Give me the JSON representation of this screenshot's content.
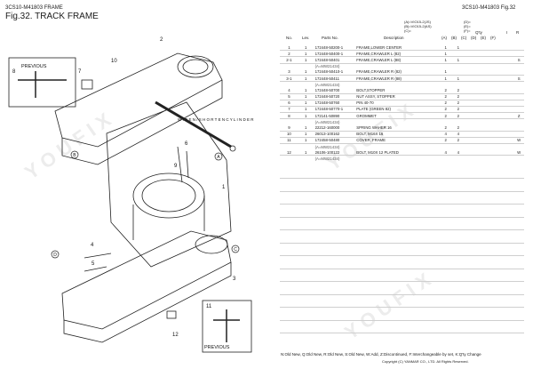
{
  "header": {
    "code": "3CS10-M41803   FRAME",
    "fig": "Fig.32.  TRACK FRAME",
    "right": "3CS10-M41803   Fig.32"
  },
  "notes": [
    "(A)=VIO15-2(JS)",
    "(B)=VIO15-2(AS)",
    "(C)="
  ],
  "notes2": [
    "(D)=",
    "(E)=",
    "(F)="
  ],
  "columns": {
    "no": "No.",
    "lev": "Lev.",
    "pn": "Parts No.",
    "desc": "Description",
    "qty": "Q'ty",
    "i": "I",
    "r": "R",
    "q_letters": [
      "(A)",
      "(B)",
      "(C)",
      "(D)",
      "(E)",
      "(F)"
    ]
  },
  "rows": [
    {
      "no": "1",
      "lev": "1",
      "pn": "172448-50200-1",
      "desc": "FRAME,LOWER CENTER",
      "a": "1",
      "b": "1",
      "i": ""
    },
    {
      "no": "2",
      "lev": "1",
      "pn": "172448-50400-1",
      "desc": "FRAME,CRAWLER L  (82)",
      "a": "1",
      "b": "",
      "i": ""
    },
    {
      "no": "2-1",
      "lev": "1",
      "pn": "172448-50401",
      "desc": "FRAME,CRAWLER L  (88)",
      "a": "1",
      "b": "1",
      "i": "S"
    },
    {
      "sub": "(A=MW21434)"
    },
    {
      "no": "3",
      "lev": "1",
      "pn": "172448-50410-1",
      "desc": "FRAME,CRAWLER R  (82)",
      "a": "1",
      "b": "",
      "i": ""
    },
    {
      "no": "3-1",
      "lev": "1",
      "pn": "172448-50411",
      "desc": "FRAME,CRAWLER R  (88)",
      "a": "1",
      "b": "1",
      "i": "S"
    },
    {
      "sub": "(A=MW21434)"
    },
    {
      "no": "4",
      "lev": "1",
      "pn": "172448-50700",
      "desc": "BOLT,STOPPER",
      "a": "2",
      "b": "2",
      "i": ""
    },
    {
      "no": "5",
      "lev": "1",
      "pn": "172448-50720",
      "desc": "NUT ASSY, STOPPER",
      "a": "2",
      "b": "2",
      "i": ""
    },
    {
      "no": "6",
      "lev": "1",
      "pn": "172448-50760",
      "desc": "PIN 40-70",
      "a": "2",
      "b": "2",
      "i": ""
    },
    {
      "no": "7",
      "lev": "1",
      "pn": "172448-50770-1",
      "desc": "PLATE    (GREEN 82)",
      "a": "2",
      "b": "2",
      "i": ""
    },
    {
      "no": "8",
      "lev": "1",
      "pn": "172141-50890",
      "desc": "GROMMET",
      "a": "2",
      "b": "2",
      "i": "Z"
    },
    {
      "sub": "(A=MW21434)"
    },
    {
      "no": "9",
      "lev": "1",
      "pn": "22212-160000",
      "desc": "SPRING WAHER 16",
      "a": "2",
      "b": "2",
      "i": ""
    },
    {
      "no": "10",
      "lev": "1",
      "pn": "26013-100162",
      "desc": "BOLT, M16X 16",
      "a": "4",
      "b": "4",
      "i": ""
    },
    {
      "no": "11",
      "lev": "1",
      "pn": "172458-50480",
      "desc": "COVER, FRAME",
      "a": "2",
      "b": "2",
      "i": "W"
    },
    {
      "sub": "(A=MW21434)"
    },
    {
      "no": "12",
      "lev": "1",
      "pn": "26106-100122",
      "desc": "BOLT, M10X 12 PLATED",
      "a": "4",
      "b": "4",
      "i": "W"
    },
    {
      "sub": "(A=MW21434)"
    }
  ],
  "diagram": {
    "previous_top": "PREVIOUS",
    "previous_bottom": "PREVIOUS",
    "cylinder": "W I D E N / S H O R T E N   C Y L I N D E R",
    "callouts": [
      "1",
      "2",
      "3",
      "4",
      "5",
      "6",
      "7",
      "8",
      "9",
      "10",
      "11",
      "12"
    ],
    "circles": [
      "A",
      "B",
      "C",
      "D"
    ]
  },
  "legend": "N:Old       New,  Q:Old       New,  R:Old       New,  S:Old       New,  W:Add,  Z:Discontinued,  F:Interchangeable by set,  K:Q'ty Change",
  "copyright": "Copyright (C)  YANMAR CO., LTD. All Rights Reserved."
}
